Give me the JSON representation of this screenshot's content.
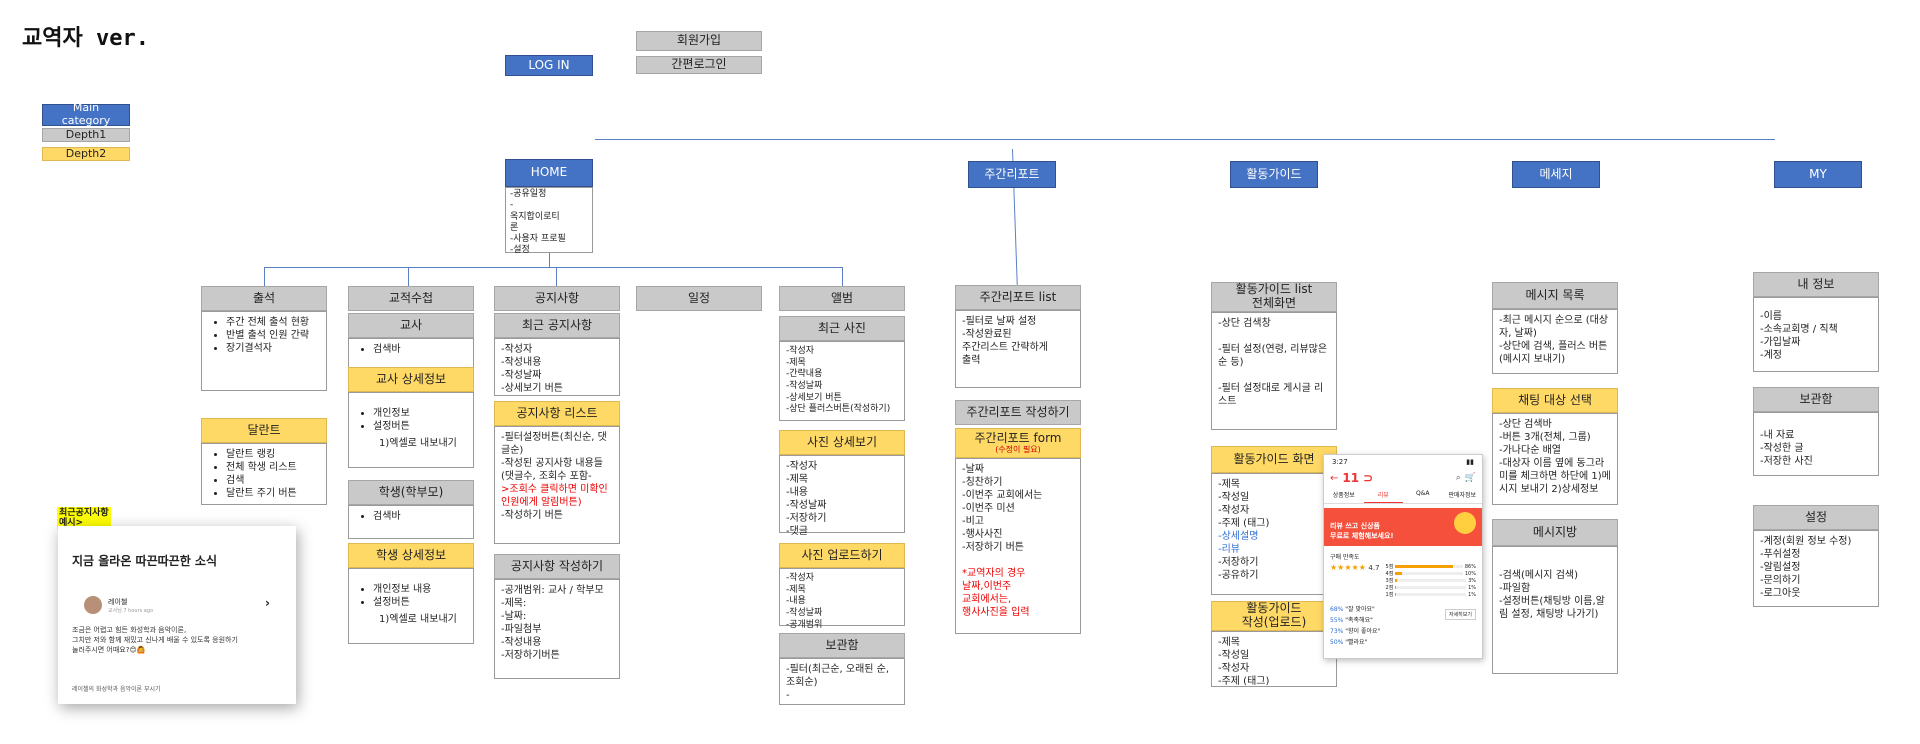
{
  "title": "교역자 ver.",
  "legend": {
    "main": "Main category",
    "depth1": "Depth1",
    "depth2": "Depth2"
  },
  "auth": {
    "login": "LOG IN",
    "signup": "회원가입",
    "easy_login": "간편로그인"
  },
  "main_nav": {
    "home": "HOME",
    "weekly": "주간리포트",
    "guide": "활동가이드",
    "message": "메세지",
    "my": "MY"
  },
  "home_body": "-공유일정\n-\n옥지합이로티\n론\n-사용자 프로필\n-설정",
  "home_subs": {
    "attendance": {
      "title": "출석",
      "items": [
        "주간 전체 출석 현황",
        "반별 출석 인원 간략",
        "장기결석자"
      ]
    },
    "talent": {
      "title": "달란트",
      "items": [
        "달란트 랭킹",
        "전체 학생 리스트",
        "검색",
        "달란트 주기 버튼"
      ]
    },
    "teacher_input": {
      "title": "교적수첩"
    },
    "teacher": {
      "title": "교사",
      "items": [
        "검색바"
      ]
    },
    "teacher_detail": {
      "title": "교사 상세정보",
      "items": [
        "개인정보",
        "설정버튼"
      ],
      "extra": "1)엑셀로 내보내기"
    },
    "student": {
      "title": "학생(학부모)",
      "items": [
        "검색바"
      ]
    },
    "student_detail": {
      "title": "학생 상세정보",
      "items": [
        "개인정보 내용",
        "설정버튼"
      ],
      "extra": "1)엑셀로 내보내기"
    },
    "notice": {
      "title": "공지사항"
    },
    "recent_notice": {
      "title": "최근 공지사항",
      "body": "-작성자\n-작성내용\n-작성날짜\n-상세보기 버튼"
    },
    "notice_list": {
      "title": "공지사항 리스트",
      "body1": "-필터설정버튼(최신순, 댓글순)\n-작성된 공지사항 내용들\n(댓글수, 조회수 포함-",
      "body_red": ">조회수 클릭하면 미확인 인원에게 알림버튼)",
      "body2": "-작성하기 버튼"
    },
    "notice_write": {
      "title": "공지사항 작성하기",
      "body": "-공개범위: 교사 / 학부모\n-제목:\n-날짜:\n-파일첨부\n-작성내용\n-저장하기버튼"
    },
    "schedule": {
      "title": "일정"
    },
    "album": {
      "title": "앨범"
    },
    "recent_photo": {
      "title": "최근 사진",
      "body": "-작성자\n-제목\n-간략내용\n-작성날짜\n-상세보기 버튼\n-상단 플러스버튼(작성하기)"
    },
    "photo_detail": {
      "title": "사진 상세보기",
      "body": "-작성자\n-제목\n-내용\n-작성날짜\n-저장하기\n-댓글"
    },
    "photo_upload": {
      "title": "사진 업로드하기",
      "body": "-작성자\n-제목\n-내용\n-작성날짜\n-공개범위"
    },
    "storage": {
      "title": "보관함",
      "body": "-필터(최근순, 오래된 순, 조회순)\n-"
    }
  },
  "weekly_subs": {
    "list": {
      "title": "주간리포트 list",
      "body": "-필터로 날짜 설정\n-작성완료된\n주간리스트 간략하게\n출력"
    },
    "write": {
      "title": "주간리포트 작성하기"
    },
    "form": {
      "title": "주간리포트 form",
      "sub": "(수정이 필요)",
      "body": "-날짜\n-칭찬하기\n-이번주 교회에서는\n-이번주 미션\n-비고\n-행사사진\n-저장하기 버튼",
      "red": "*교역자의 경우\n날짜,이번주\n교회에서는,\n행사사진을 입력"
    }
  },
  "guide_subs": {
    "list": {
      "title": "활동가이드 list\n전체화면",
      "body": "-상단 검색창\n\n-필터 설정(연령, 리뷰많은 순 등)\n\n-필터 설정대로 게시글 리스트"
    },
    "screen": {
      "title": "활동가이드 화면",
      "body1": "-제목\n-작성일\n-작성자\n-주제 (태그)",
      "blue1": "-상세설명",
      "blue2": "-리뷰",
      "body2": "-저장하기\n-공유하기"
    },
    "upload": {
      "title": "활동가이드\n작성(업로드)",
      "body": "-제목\n-작성일\n-작성자\n-주제 (태그)"
    }
  },
  "message_subs": {
    "list": {
      "title": "메시지 목록",
      "body": "-최근 메시지 순으로 (대상자, 날짜)\n-상단에 검색, 플러스 버튼(메시지 보내기)"
    },
    "target": {
      "title": "채팅 대상 선택",
      "body": "-상단 검색바\n-버튼 3개(전체, 그룹)\n-가나다순 배열\n-대상자 이름 옆에 동그라미를 체크하면 하단에 1)메시지 보내기 2)상세정보"
    },
    "room": {
      "title": "메시지방",
      "body": "-검색(메시지 검색)\n-파일함\n-설정버튼(채팅방 이름,알림 설정, 채팅방 나가기)"
    }
  },
  "my_subs": {
    "info": {
      "title": "내 정보",
      "body": "-이름\n-소속교회명 / 직책\n-가입날짜\n-계정"
    },
    "storage": {
      "title": "보관함",
      "body": "-내 자료\n-작성한 글\n-저장한 사진"
    },
    "settings": {
      "title": "설정",
      "body": "-계정(회원 정보 수정)\n-푸쉬설정\n-알림설정\n-문의하기\n-로그아웃"
    }
  },
  "example_card": {
    "tag": "최근공지사항\n예시>",
    "headline": "지금 올라온 따끈따끈한 소식",
    "user": "레이첼",
    "meta": "교사님 7 hours ago",
    "text": "조금은 어렵고 힘든 화성학과 음악이론,\n그치만 저와 함께 재밌고 신나게 배울 수 있도록 응원하기\n눌러주시면 어때요?😊🙆",
    "footer": "레이첼의 화성학과 음악이론 부시기",
    "chevron": "›"
  },
  "phone": {
    "time": "3:27",
    "logo": "11",
    "tabs": [
      "상품정보",
      "리뷰",
      "Q&A",
      "판매자정보"
    ],
    "banner": "리뷰 쓰고 신상품\n무료로 체험해보세요!",
    "rating_label": "구매 만족도",
    "rating": "4.7",
    "bars": [
      "5점",
      "4점",
      "3점",
      "2점",
      "1점"
    ],
    "bar_values": [
      0.85,
      0.1,
      0.03,
      0.01,
      0.01
    ],
    "bar_pcts": [
      "86%",
      "10%",
      "3%",
      "1%",
      "1%"
    ],
    "stats": [
      [
        "68%",
        "\"잘 맞아요\""
      ],
      [
        "55%",
        "\"촉촉해요\""
      ],
      [
        "73%",
        "\"향이 좋아요\""
      ],
      [
        "50%",
        "\"빨라요\""
      ]
    ],
    "more": "자세히보기"
  }
}
